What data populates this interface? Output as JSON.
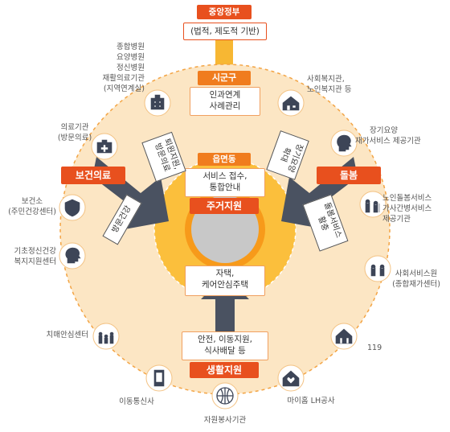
{
  "central_gov": {
    "tag": "중앙정부",
    "box": "(법적, 제도적 기반)"
  },
  "sigungu": {
    "tag": "시군구",
    "box_line1": "인과연계",
    "box_line2": "사례관리"
  },
  "eupmyeondong": {
    "tag": "읍면동",
    "box_line1": "서비스 접수,",
    "box_line2": "통합안내"
  },
  "housing": {
    "tag": "주거지원",
    "box_line1": "자택,",
    "box_line2": "케어안심주택"
  },
  "living": {
    "tag": "생활지원",
    "box_line1": "안전, 이동지원,",
    "box_line2": "식사배달 등"
  },
  "medical_tag": "보건의료",
  "care_tag": "돌봄",
  "arrows": {
    "left_top": "퇴원지원,\n방문의료",
    "left_bottom": "방문건강",
    "right_top": "장기요양\n확대",
    "right_bottom": "돌봄서비스\n활충"
  },
  "nodes": {
    "hospital": [
      "종합병원",
      "요양병원",
      "정신병원",
      "재활의료기관",
      "(지역연계실)"
    ],
    "clinic": [
      "의료기관",
      "(방문의료)"
    ],
    "health_center": [
      "보건소",
      "(주민건강센터)"
    ],
    "mental": [
      "기초정신건강",
      "복지지원센터"
    ],
    "dementia": [
      "치매안심센터"
    ],
    "telecom": [
      "이동통신사"
    ],
    "volunteer": [
      "자원봉사기관"
    ],
    "lh": [
      "마이홈 LH공사"
    ],
    "emergency": [
      "119"
    ],
    "social_service": [
      "사회서비스원",
      "(종합재가센터)"
    ],
    "elder_care": [
      "노인돌봄서비스",
      "가사간병서비스",
      "제공기관"
    ],
    "ltc": [
      "장기요양",
      "재가서비스 제공기관"
    ],
    "welfare": [
      "사회복지관,",
      "노인복지관 등"
    ]
  },
  "colors": {
    "outer_ring": "#fce6c4",
    "middle_ring": "#fbbf3c",
    "inner_ring": "#f79a1a",
    "tag_red": "#e8501e",
    "tag_orange": "#f07c1e",
    "connector": "#f7b733",
    "arrow": "#4a5261",
    "icon_bg": "#ffffff",
    "icon_fg": "#3d4557"
  }
}
